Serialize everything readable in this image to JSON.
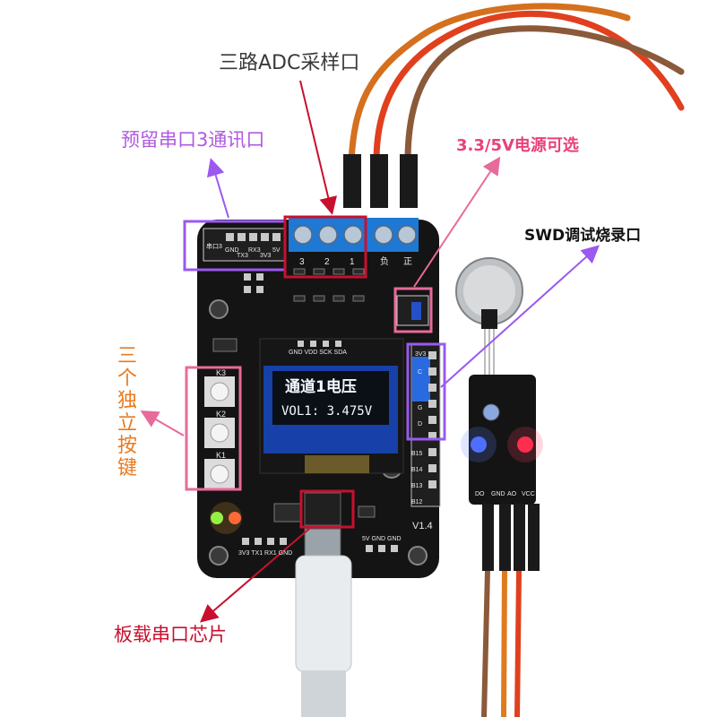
{
  "annotations": {
    "adc": "三路ADC采样口",
    "uart3": "预留串口3通讯口",
    "power": "3.3/5V电源可选",
    "swd": "SWD调试烧录口",
    "buttons": [
      "三",
      "个",
      "独",
      "立",
      "按",
      "键"
    ],
    "serial_chip": "板载串口芯片"
  },
  "oled": {
    "line1": "通道1电压",
    "line2": "VOL1: 3.475V",
    "header": "GND VDD SCK SDA"
  },
  "board": {
    "uart_header_pins": [
      "串口3",
      "GND",
      "TX3",
      "RX3",
      "3V3",
      "5V"
    ],
    "adc_terminals": [
      "3",
      "2",
      "1",
      "负",
      "正"
    ],
    "buttons": [
      "K3",
      "K2",
      "K1"
    ],
    "version": "V1.4",
    "right_header": [
      "3V3",
      "C",
      "G",
      "D",
      "B15",
      "B14",
      "B13",
      "B12"
    ],
    "bottom_left": "3V3 TX1 RX1 GND",
    "bottom_right": "5V GND GND"
  },
  "sensor": {
    "pins": [
      "DO",
      "GND",
      "AO",
      "VCC"
    ]
  },
  "colors": {
    "callout_red": "#c8102e",
    "callout_purple": "#9b59f0",
    "callout_pink": "#e86a9a",
    "callout_orange": "#e87a1e",
    "pcb": "#141414",
    "oled_blue": "#1740a8",
    "terminal_blue": "#1e78d4"
  }
}
